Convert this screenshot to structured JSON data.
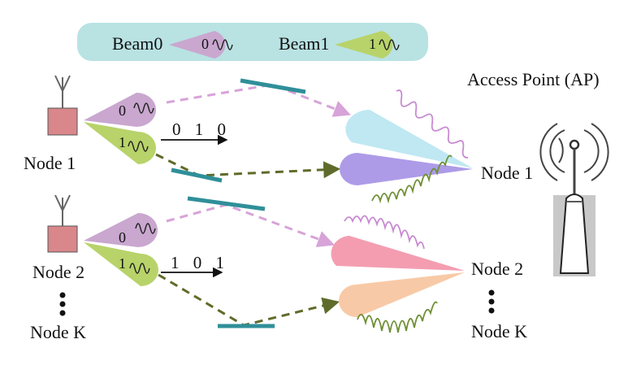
{
  "legend": {
    "beam0_label": "Beam0",
    "beam0_tag": "0",
    "beam1_label": "Beam1",
    "beam1_tag": "1"
  },
  "ap_label": "Access Point  (AP)",
  "nodes_left": {
    "node1": "Node 1",
    "node2": "Node 2",
    "nodek": "Node K"
  },
  "nodes_right": {
    "node1": "Node 1",
    "node2": "Node 2",
    "nodek": "Node K"
  },
  "bits": {
    "node1": "0 1 0",
    "node2": "1 0 1"
  },
  "beam_tags": {
    "node1_b0": "0",
    "node1_b1": "1",
    "node2_b0": "0",
    "node2_b1": "1"
  },
  "colors": {
    "legend_bg": "#b9e2e3",
    "beam0": "#c9a7cf",
    "beam1": "#b8d36a",
    "node_box": "#d9878a",
    "reflector": "#2f8f99",
    "dash_beam0": "#d7a3d8",
    "dash_beam1": "#5f6b2a",
    "ap1_beam0": "#bfe8f2",
    "ap1_beam1": "#ad9be8",
    "ap2_beam0": "#f49db1",
    "ap2_beam1": "#f8c9a6",
    "wave_purple": "#c78ad1",
    "wave_green": "#6f8f35"
  }
}
